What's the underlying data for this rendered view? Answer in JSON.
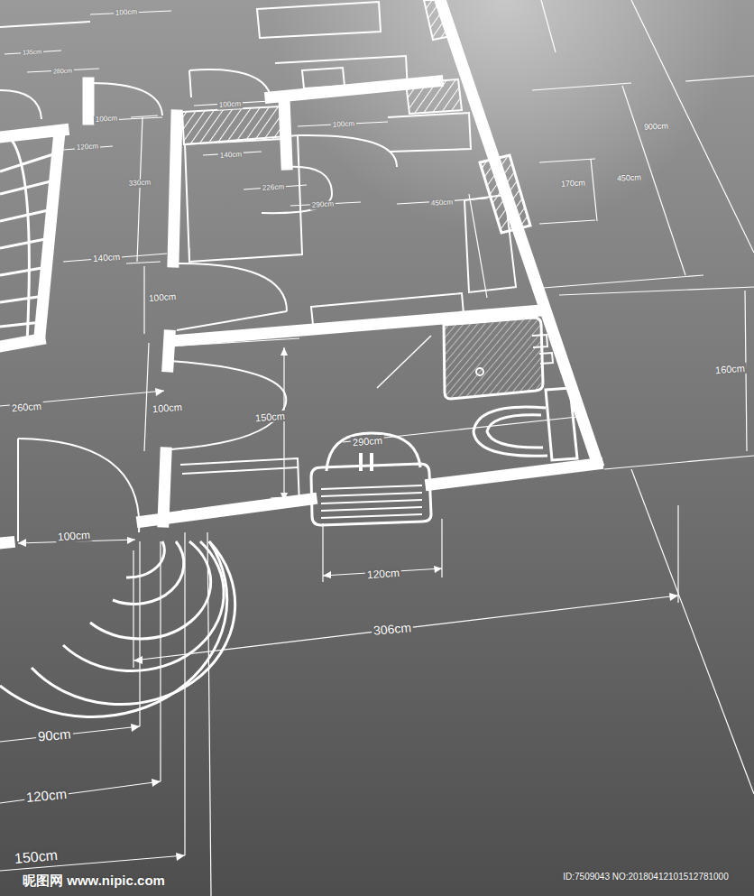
{
  "diagram": {
    "labels": [
      "100cm",
      "135cm",
      "280cm",
      "100cm",
      "120cm",
      "100cm",
      "100cm",
      "330cm",
      "140cm",
      "226cm",
      "290cm",
      "450cm",
      "170cm",
      "450cm",
      "900cm",
      "140cm",
      "100cm",
      "260cm",
      "100cm",
      "150cm",
      "160cm",
      "290cm",
      "100cm",
      "120cm",
      "306cm",
      "90cm",
      "120cm",
      "150cm",
      "昵图网 www.nipic.com",
      "ID:7509043 NO:20180412101512781000"
    ]
  }
}
